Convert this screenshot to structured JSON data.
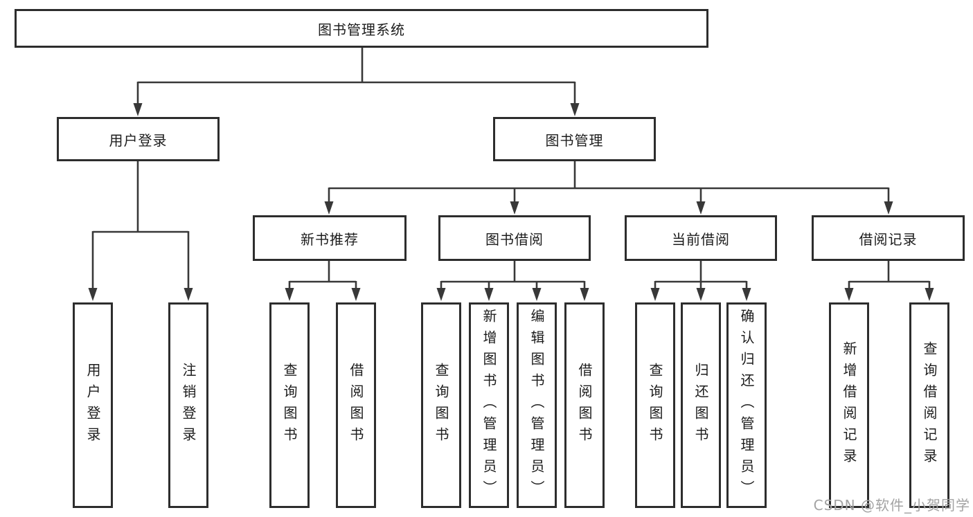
{
  "colors": {
    "background": "#ffffff",
    "line": "#383838",
    "border": "#2d2d2d",
    "text": "#1c1c1c",
    "watermark": "#a3a3a3"
  },
  "watermark": "CSDN @软件_小贺同学",
  "tree": {
    "root": "图书管理系统",
    "branches": [
      {
        "label": "用户登录",
        "children": [
          "用户登录",
          "注销登录"
        ]
      },
      {
        "label": "图书管理",
        "children": [
          {
            "label": "新书推荐",
            "children": [
              "查询图书",
              "借阅图书"
            ]
          },
          {
            "label": "图书借阅",
            "children": [
              "查询图书",
              "新增图书（管理员）",
              "编辑图书（管理员）",
              "借阅图书"
            ]
          },
          {
            "label": "当前借阅",
            "children": [
              "查询图书",
              "归还图书",
              "确认归还（管理员）"
            ]
          },
          {
            "label": "借阅记录",
            "children": [
              "新增借阅记录",
              "查询借阅记录"
            ]
          }
        ]
      }
    ]
  }
}
